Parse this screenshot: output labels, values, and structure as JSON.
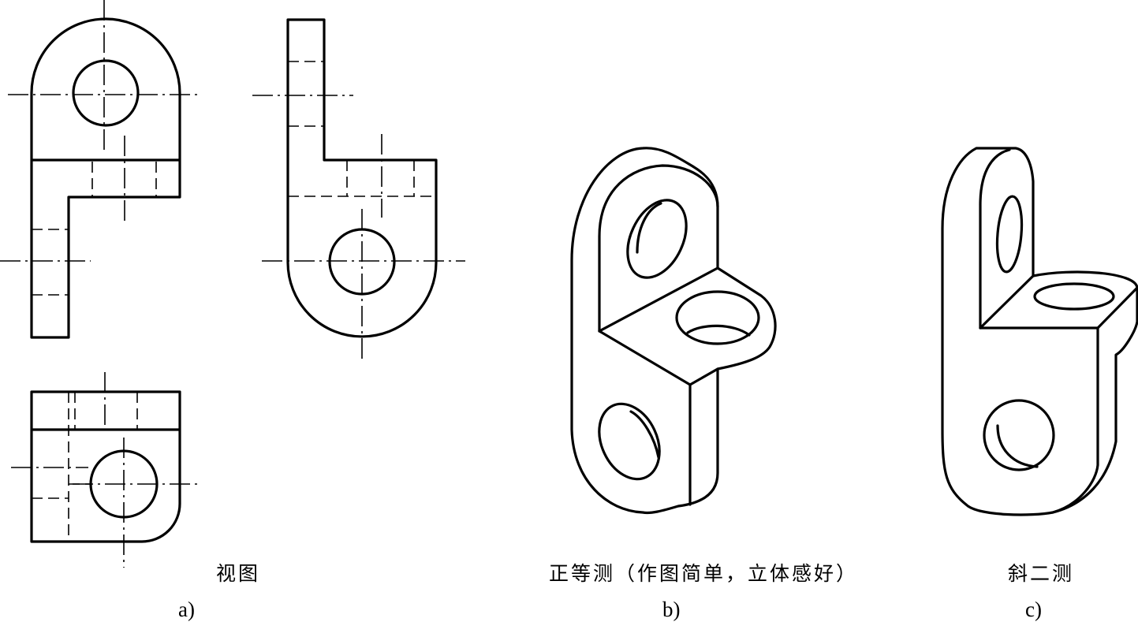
{
  "panels": [
    {
      "id": "a",
      "caption": "视图",
      "letter": "a)"
    },
    {
      "id": "b",
      "caption": "正等测（作图简单，立体感好）",
      "letter": "b)"
    },
    {
      "id": "c",
      "caption": "斜二测",
      "letter": "c)"
    }
  ],
  "colors": {
    "line": "#000000",
    "background": "#ffffff"
  }
}
